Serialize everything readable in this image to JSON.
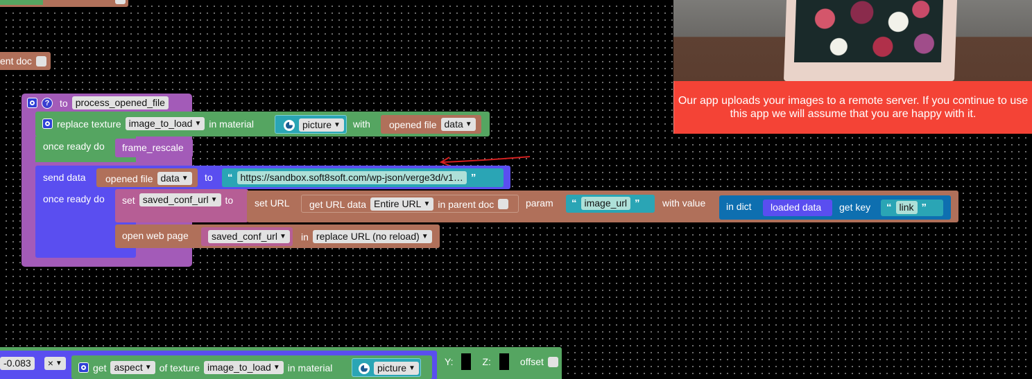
{
  "top_fragment": {
    "label": "ent doc"
  },
  "func_block": {
    "keyword": "to",
    "name": "process_opened_file"
  },
  "replace_texture": {
    "label": "replace texture",
    "texture": "image_to_load",
    "in_material": "in material",
    "material": "picture",
    "with": "with",
    "opened_file": "opened file",
    "data_dropdown": "data"
  },
  "once_ready_1": {
    "label": "once ready do",
    "call": "frame_rescale"
  },
  "send_data": {
    "label": "send data",
    "opened_file": "opened file",
    "data_dropdown": "data",
    "to": "to",
    "url": "https://sandbox.soft8soft.com/wp-json/verge3d/v1…"
  },
  "once_ready_2": {
    "label": "once ready do"
  },
  "set_var": {
    "label": "set",
    "var": "saved_conf_url",
    "to": "to"
  },
  "set_url": {
    "label": "set URL",
    "get_url_data": "get URL data",
    "mode": "Entire URL",
    "in_parent_doc": "in parent doc",
    "param": "param",
    "param_value": "image_url",
    "with_value": "with value",
    "in_dict": "in dict",
    "dict": "loaded data",
    "get_key": "get key",
    "key": "link"
  },
  "open_web_page": {
    "label": "open web page",
    "var": "saved_conf_url",
    "in": "in",
    "mode": "replace URL (no reload)"
  },
  "bottom_row": {
    "number": "-0.083",
    "op": "×",
    "get": "get",
    "prop": "aspect",
    "of_texture": "of texture",
    "texture": "image_to_load",
    "in_material": "in material",
    "material": "picture",
    "y": "Y:",
    "z": "Z:",
    "offset": "offset"
  },
  "notice": {
    "text": "Our app uploads your images to a remote server. If you continue to use this app we will assume that you are happy with it."
  },
  "colors": {
    "function": "#a35bb8",
    "texture": "#55a561",
    "send": "#5a4ef0",
    "set": "#b65e95",
    "url": "#b0705a",
    "dict": "#0e6fb0",
    "notice": "#f44336",
    "arrow": "#d42020"
  },
  "icons": [
    "gear-icon",
    "help-icon",
    "globe-icon",
    "quote-icon",
    "caret-down-icon",
    "arrow-icon"
  ]
}
